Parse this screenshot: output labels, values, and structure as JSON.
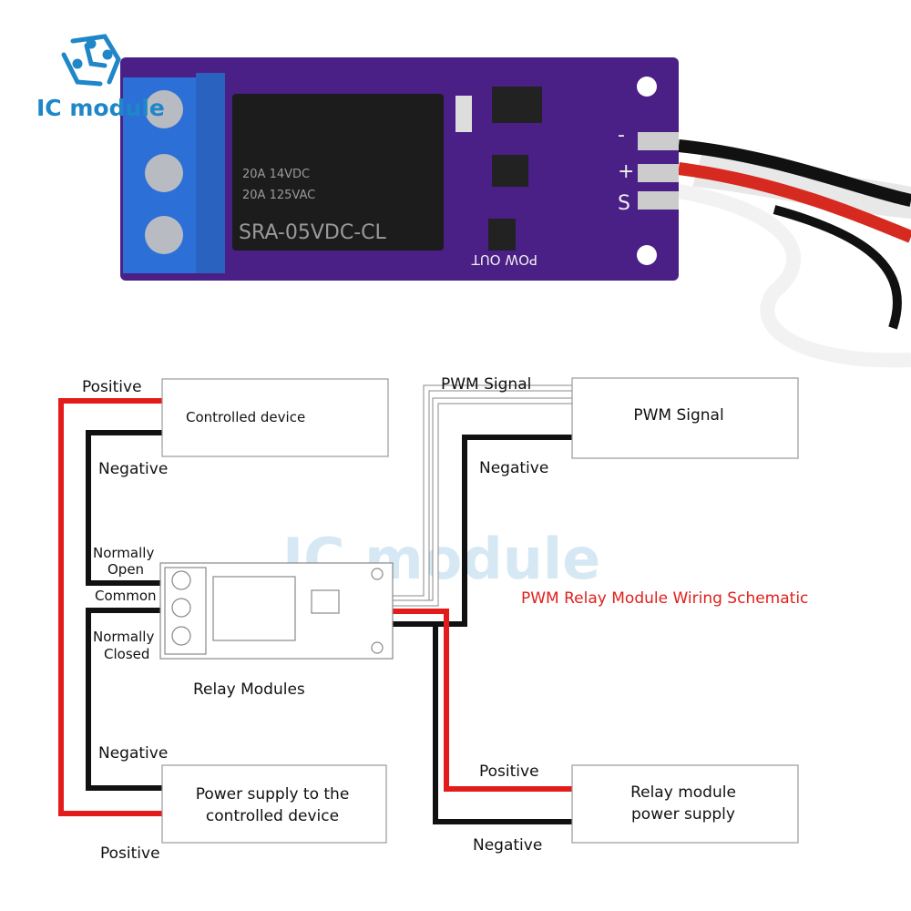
{
  "logo": {
    "text": "IC module",
    "color": "#1f86c8"
  },
  "photo": {
    "relay_lines": [
      "20A 14VDC",
      "20A 125VAC",
      "SRA-05VDC-CL"
    ],
    "silkscreen": {
      "pow_out": "POW OUT",
      "pins": [
        "-",
        "+",
        "S"
      ]
    },
    "board_color": "#4a1f86",
    "terminal_color": "#2c6fd6"
  },
  "diagram": {
    "watermark": "IC module",
    "title": "PWM Relay Module Wiring Schematic",
    "title_color": "#e0201b",
    "boxes": {
      "controlled_device": "Controlled device",
      "pwm_signal": "PWM Signal",
      "power_supply_lines": [
        "Power supply to the",
        "controlled device"
      ],
      "relay_power_lines": [
        "Relay module",
        "power supply"
      ],
      "relay_modules": "Relay Modules"
    },
    "labels": {
      "positive_top": "Positive",
      "negative_top": "Negative",
      "normally_open": [
        "Normally",
        "Open"
      ],
      "common": "Common",
      "normally_closed": [
        "Normally",
        "Closed"
      ],
      "negative_bottom": "Negative",
      "positive_bottom": "Positive",
      "pwm_signal_wire": "PWM Signal",
      "negative_pwm": "Negative",
      "positive_relay": "Positive",
      "negative_relay": "Negative"
    },
    "wire_colors": {
      "positive": "#e31b1b",
      "negative": "#111111",
      "signal": "#ffffff"
    }
  }
}
